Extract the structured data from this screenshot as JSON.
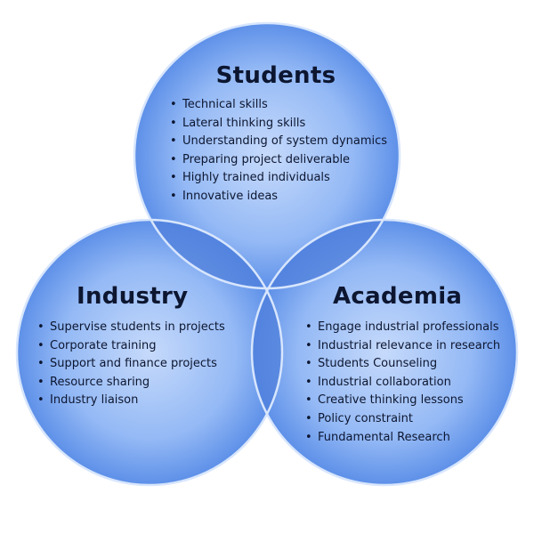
{
  "colors": {
    "circle_light": "#c6dafb",
    "circle_mid": "#94b9f5",
    "circle_dark": "#5c8fe8",
    "circle_edge": "#d8e6fd",
    "overlap_pair": "#4f7fdb",
    "overlap_center": "#3a6ad0",
    "text": "#0d1630"
  },
  "diagram": {
    "circles": [
      {
        "id": "students",
        "title": "Students",
        "items": [
          "Technical skills",
          "Lateral thinking skills",
          "Understanding of system dynamics",
          "Preparing project deliverable",
          "Highly trained individuals",
          "Innovative ideas"
        ]
      },
      {
        "id": "industry",
        "title": "Industry",
        "items": [
          "Supervise students in projects",
          "Corporate training",
          "Support and finance projects",
          "Resource sharing",
          "Industry liaison"
        ]
      },
      {
        "id": "academia",
        "title": "Academia",
        "items": [
          "Engage industrial professionals",
          "Industrial relevance in research",
          "Students Counseling",
          "Industrial collaboration",
          "Creative thinking lessons",
          "Policy constraint",
          "Fundamental Research"
        ]
      }
    ]
  }
}
